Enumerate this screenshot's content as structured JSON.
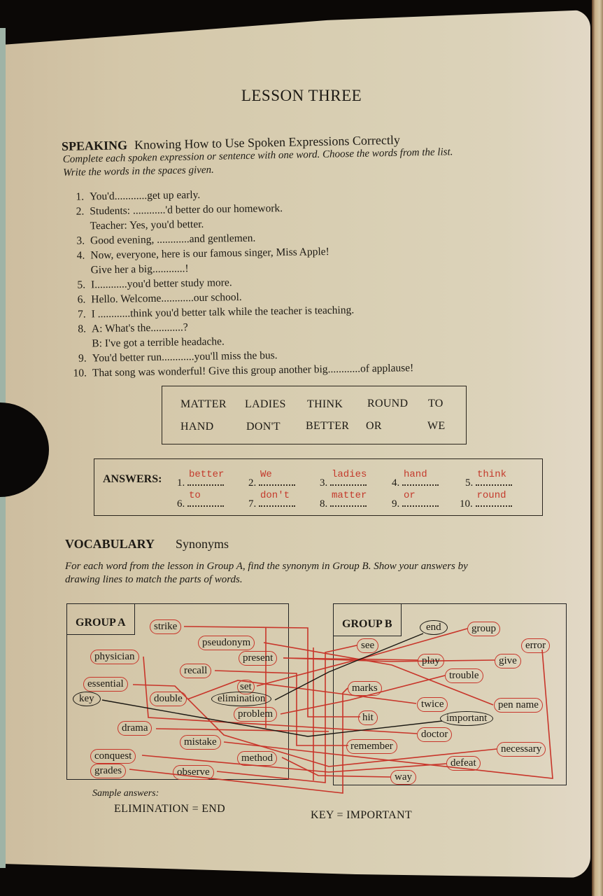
{
  "lesson_title": "LESSON THREE",
  "speaking": {
    "heading": "SPEAKING",
    "subheading": "Knowing How to Use Spoken Expressions Correctly",
    "instruction_line1": "Complete each spoken expression or sentence with one word.  Choose the words from the list.",
    "instruction_line2": "Write the words in the spaces given.",
    "questions": [
      {
        "num": "1.",
        "text": "You'd............get up early."
      },
      {
        "num": "2.",
        "text": "Students:   ............'d better do our homework.",
        "cont": "Teacher:  Yes, you'd better."
      },
      {
        "num": "3.",
        "text": "Good evening,   ............and gentlemen."
      },
      {
        "num": "4.",
        "text": "Now, everyone, here is our famous singer, Miss Apple!",
        "cont": "Give her a big............!"
      },
      {
        "num": "5.",
        "text": "I............you'd better study more."
      },
      {
        "num": "6.",
        "text": "Hello.  Welcome............our school."
      },
      {
        "num": "7.",
        "text": "I   ............think you'd better talk while the teacher is teaching."
      },
      {
        "num": "8.",
        "text": "A:   What's the............?",
        "cont": "B:   I've got a terrible headache."
      },
      {
        "num": "9.",
        "text": "You'd better run............you'll miss the bus."
      },
      {
        "num": "10.",
        "text": "That song was wonderful!  Give this group another big............of applause!"
      }
    ],
    "word_list": [
      "MATTER",
      "LADIES",
      "THINK",
      "ROUND",
      "TO",
      "HAND",
      "DON'T",
      "BETTER",
      "OR",
      "WE"
    ],
    "answers_label": "ANSWERS:",
    "answers": [
      {
        "num": "1.",
        "value": "better"
      },
      {
        "num": "2.",
        "value": "We"
      },
      {
        "num": "3.",
        "value": "ladies"
      },
      {
        "num": "4.",
        "value": "hand"
      },
      {
        "num": "5.",
        "value": "think"
      },
      {
        "num": "6.",
        "value": "to"
      },
      {
        "num": "7.",
        "value": "don't"
      },
      {
        "num": "8.",
        "value": "matter"
      },
      {
        "num": "9.",
        "value": "or"
      },
      {
        "num": "10.",
        "value": "round"
      }
    ],
    "answer_color": "#c43a2c"
  },
  "vocabulary": {
    "heading": "VOCABULARY",
    "subheading": "Synonyms",
    "instruction_line1": "For each word from the lesson in Group A, find the synonym in Group B.  Show your answers by",
    "instruction_line2": "drawing lines to match the parts of words.",
    "group_a_label": "GROUP A",
    "group_b_label": "GROUP B",
    "group_a": [
      "strike",
      "pseudonym",
      "physician",
      "present",
      "recall",
      "essential",
      "set",
      "key",
      "double",
      "elimination",
      "problem",
      "drama",
      "mistake",
      "conquest",
      "method",
      "grades",
      "observe"
    ],
    "group_b": [
      "end",
      "group",
      "see",
      "error",
      "play",
      "give",
      "trouble",
      "marks",
      "twice",
      "pen name",
      "hit",
      "important",
      "doctor",
      "remember",
      "necessary",
      "defeat",
      "way"
    ],
    "line_color": "#c8352a",
    "sample_label": "Sample answers:",
    "sample_1": "ELIMINATION  =  END",
    "sample_2": "KEY  =  IMPORTANT"
  }
}
